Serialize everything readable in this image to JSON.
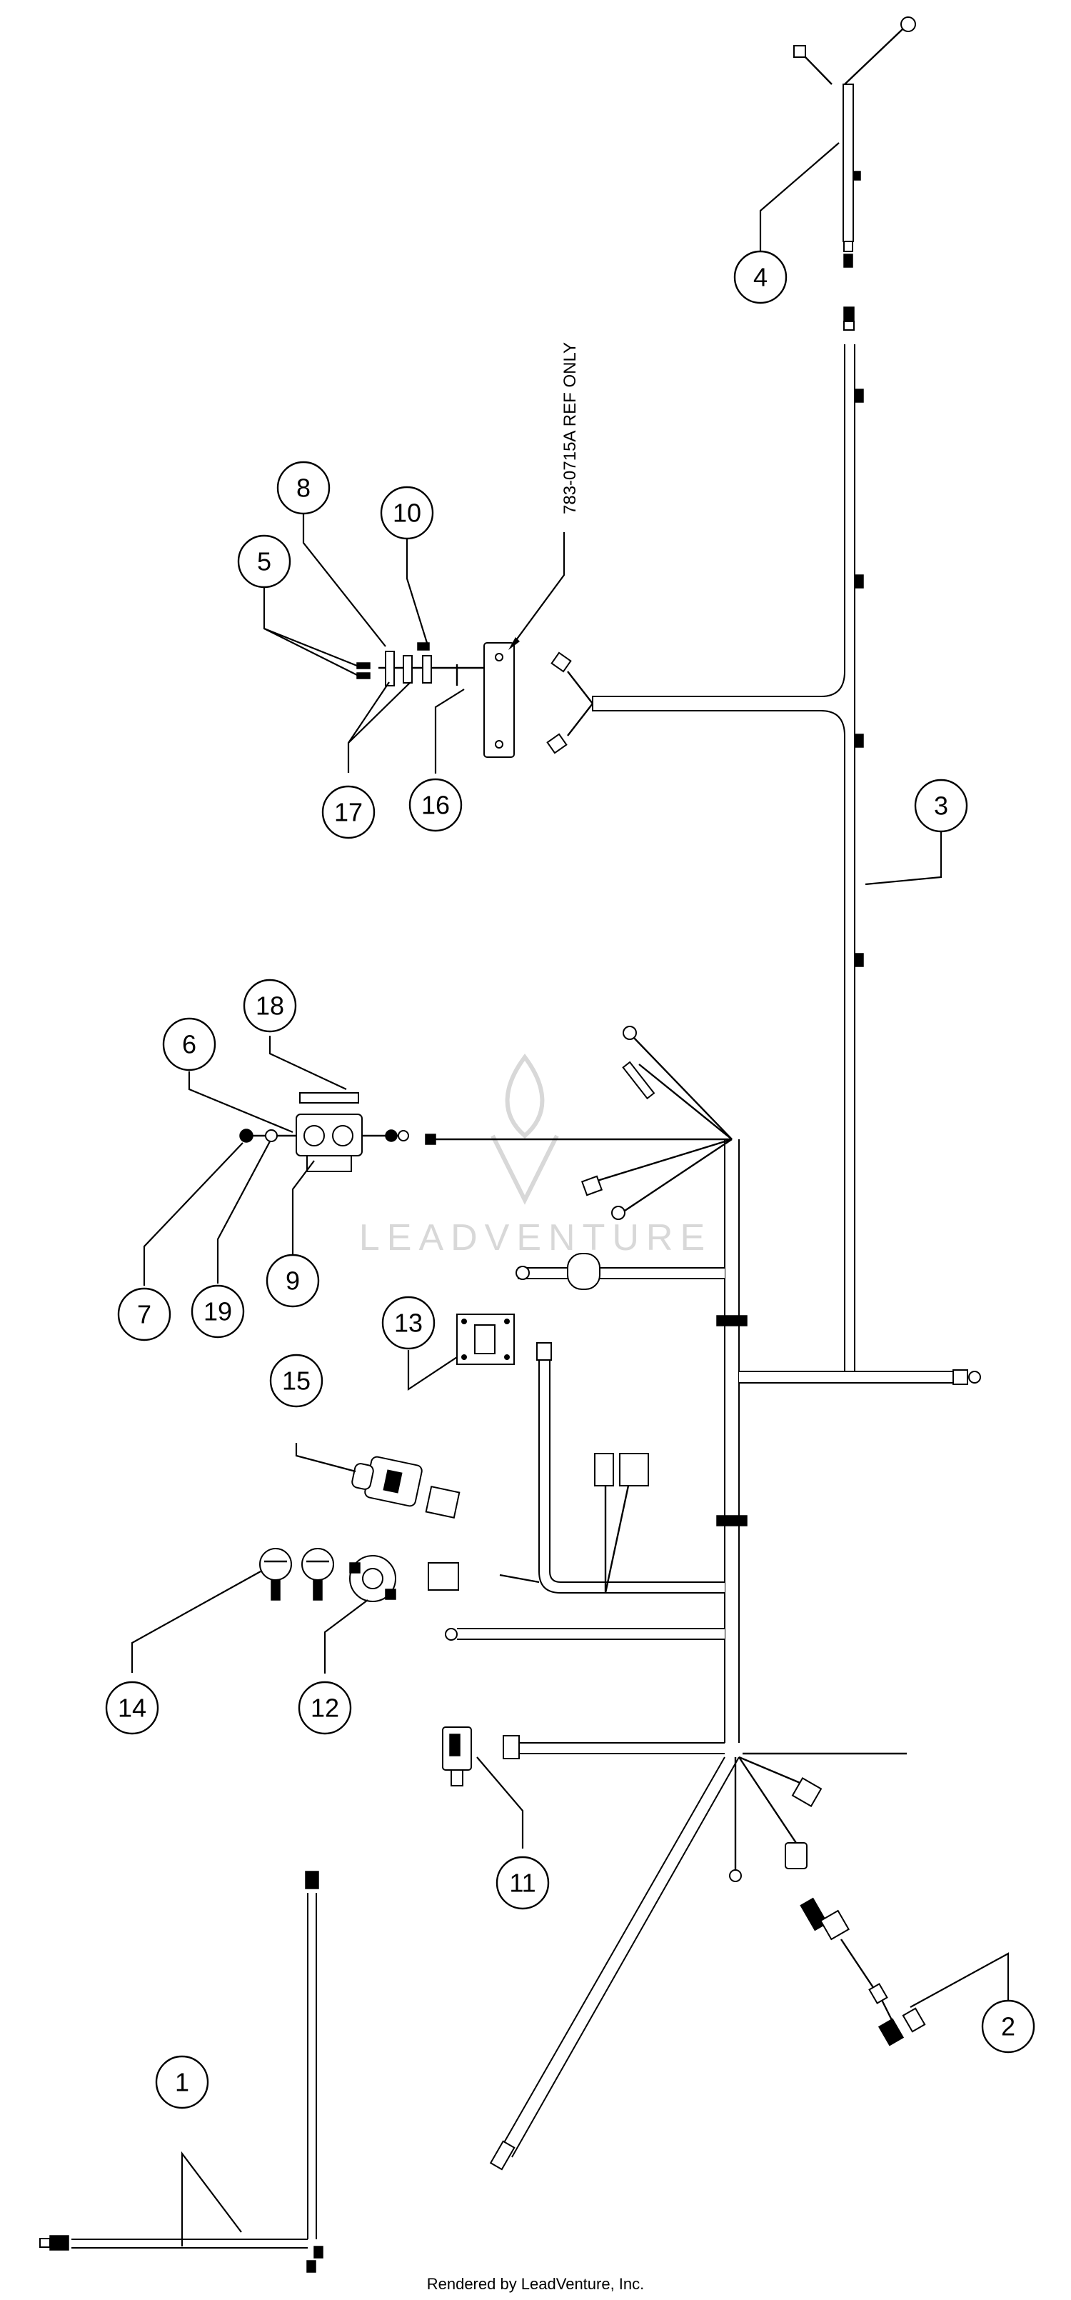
{
  "reference_label": "783-0715A REF ONLY",
  "footer": "Rendered by LeadVenture, Inc.",
  "watermark": "LEADVENTURE",
  "callouts": [
    {
      "number": "1"
    },
    {
      "number": "2"
    },
    {
      "number": "3"
    },
    {
      "number": "4"
    },
    {
      "number": "5"
    },
    {
      "number": "6"
    },
    {
      "number": "7"
    },
    {
      "number": "8"
    },
    {
      "number": "9"
    },
    {
      "number": "10"
    },
    {
      "number": "11"
    },
    {
      "number": "12"
    },
    {
      "number": "13"
    },
    {
      "number": "14"
    },
    {
      "number": "15"
    },
    {
      "number": "16"
    },
    {
      "number": "17"
    },
    {
      "number": "18"
    },
    {
      "number": "19"
    }
  ]
}
